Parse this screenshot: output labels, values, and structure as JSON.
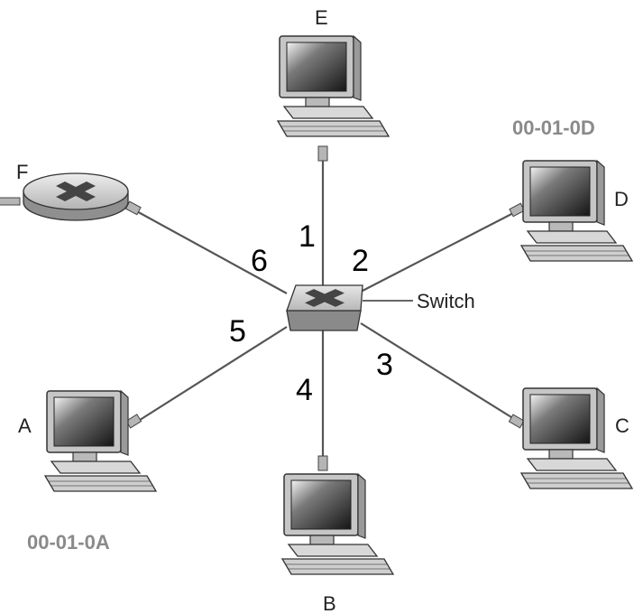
{
  "nodes": {
    "A": {
      "label": "A",
      "type": "computer"
    },
    "B": {
      "label": "B",
      "type": "computer"
    },
    "C": {
      "label": "C",
      "type": "computer"
    },
    "D": {
      "label": "D",
      "type": "computer"
    },
    "E": {
      "label": "E",
      "type": "computer"
    },
    "F": {
      "label": "F",
      "type": "router"
    }
  },
  "switch": {
    "label": "Switch"
  },
  "ports": [
    "1",
    "2",
    "3",
    "4",
    "5",
    "6"
  ],
  "mac_labels": {
    "A": "00-01-0A",
    "D": "00-01-0D"
  },
  "colors": {
    "mac_label": "#8a8a8a",
    "link": "#555555",
    "port_label": "#000000"
  }
}
